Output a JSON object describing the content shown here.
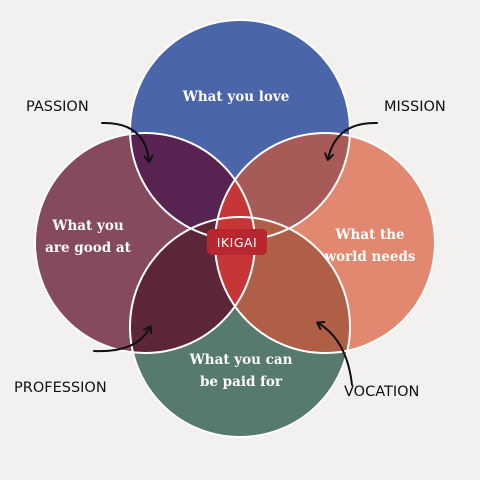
{
  "diagram": {
    "circles": {
      "love": {
        "line1": "What you love",
        "color": "#4a65a8"
      },
      "good_at": {
        "line1": "What you",
        "line2": "are good at",
        "color": "#864a5f"
      },
      "world_needs": {
        "line1": "What the",
        "line2": "world needs",
        "color": "#e28870"
      },
      "paid_for": {
        "line1": "What you can",
        "line2": "be paid for",
        "color": "#577a6e"
      }
    },
    "overlaps": {
      "passion_color": "#582350",
      "mission_color": "#a85a58",
      "profession_color": "#5c2638",
      "vocation_color": "#ae5f45",
      "center_color": "#c63636"
    },
    "corner_labels": {
      "passion": "PASSION",
      "mission": "MISSION",
      "profession": "PROFESSION",
      "vocation": "VOCATION"
    },
    "center": {
      "label": "IKIGAI",
      "badge_color": "#b8262f"
    }
  }
}
